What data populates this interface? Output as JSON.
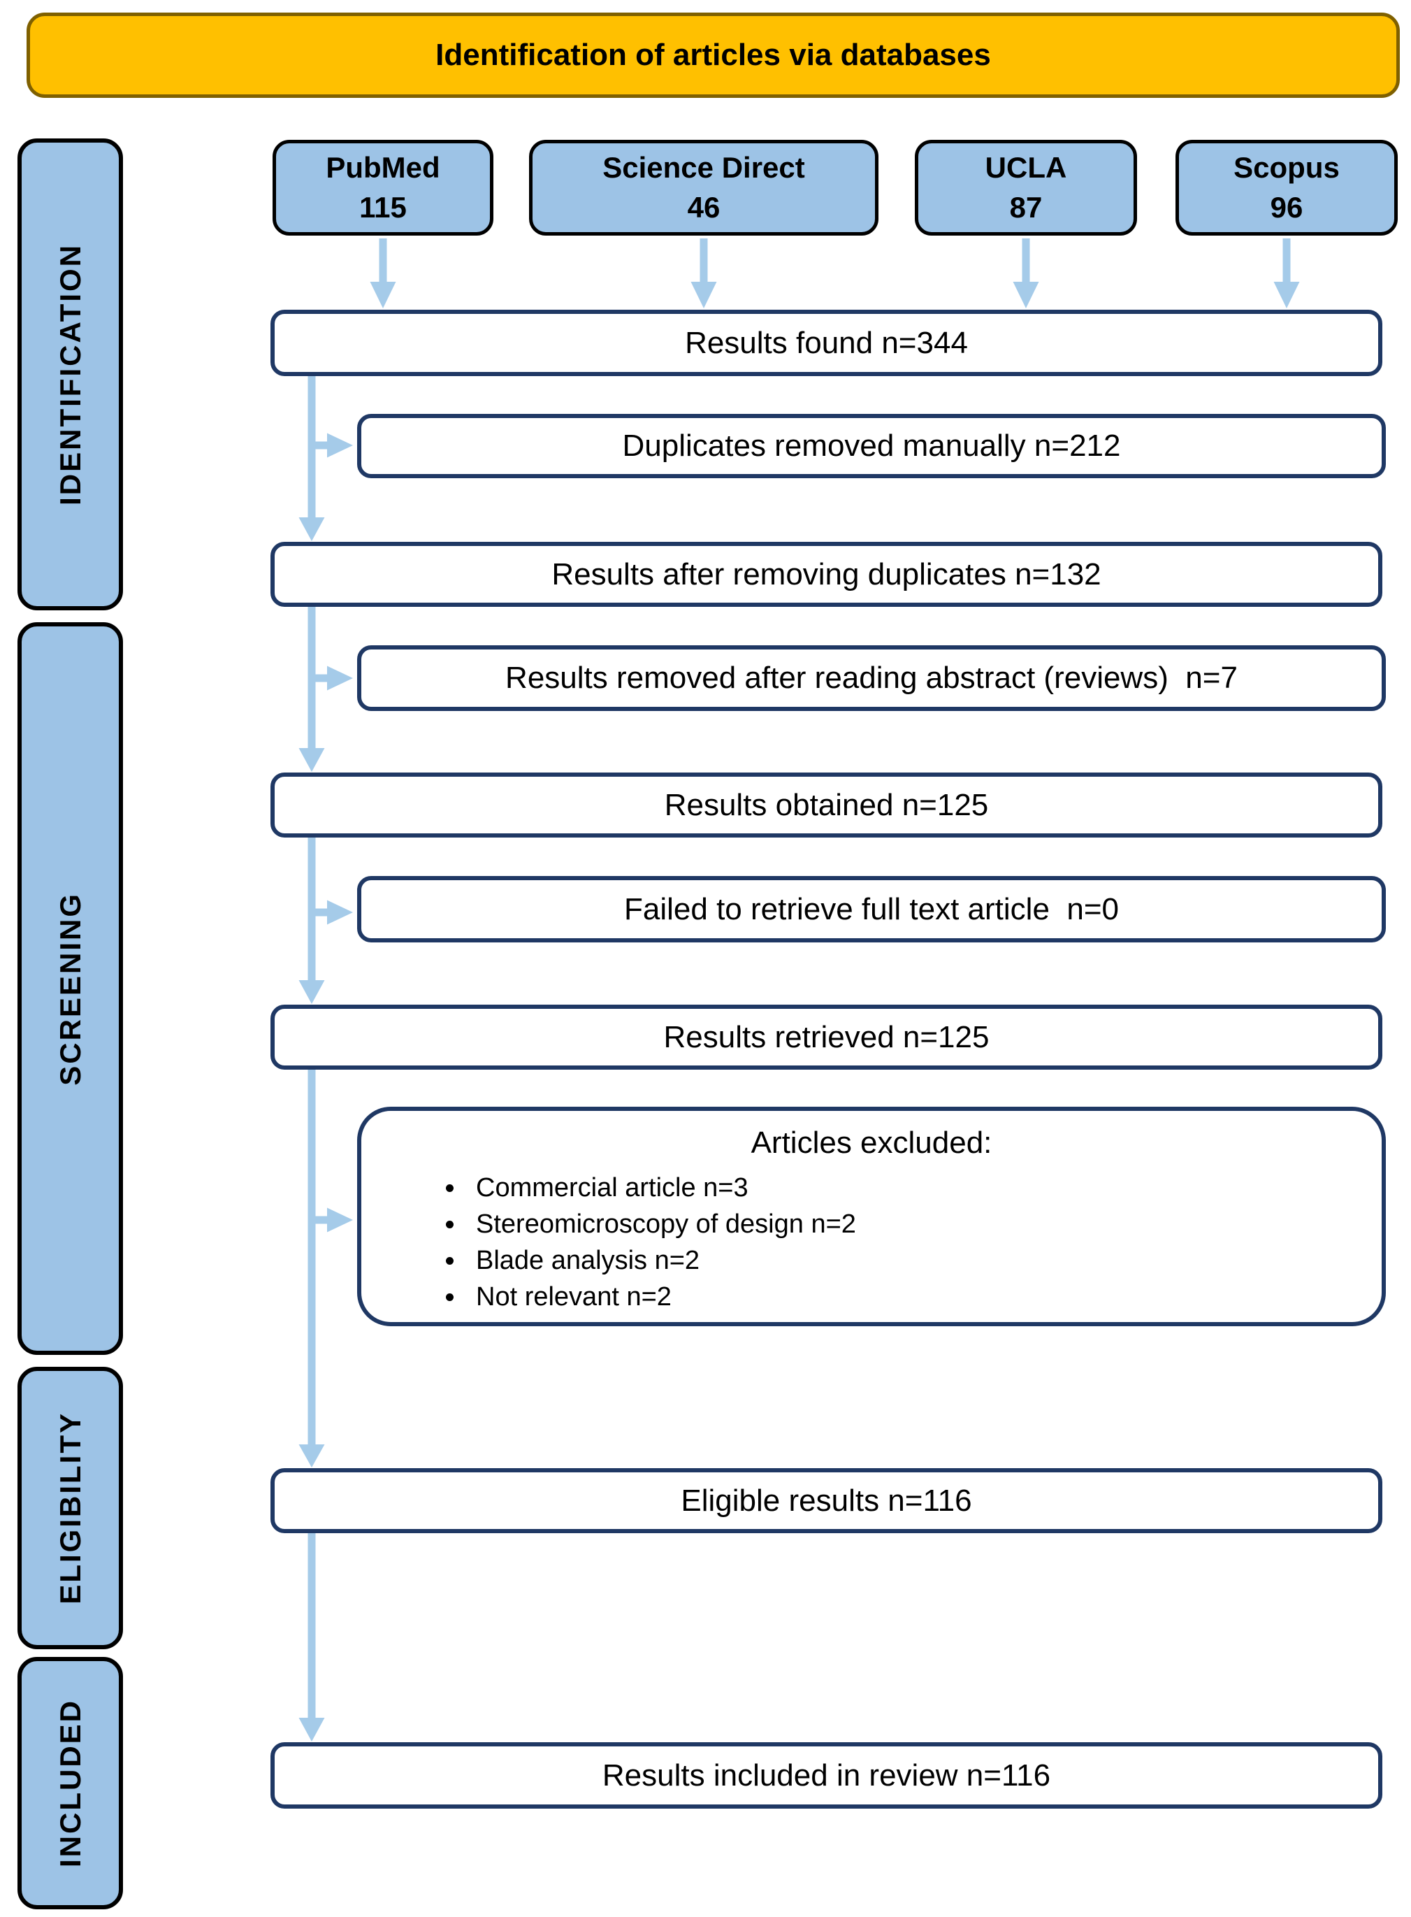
{
  "banner": {
    "title": "Identification of articles via databases"
  },
  "colors": {
    "banner_fill": "#FFC000",
    "banner_border": "#7F6000",
    "blue_box_fill": "#9DC3E6",
    "flow_box_border": "#1F3864",
    "arrow_blue": "#A5CBE9"
  },
  "sources": [
    {
      "name": "PubMed",
      "count": "115"
    },
    {
      "name": "Science Direct",
      "count": "46"
    },
    {
      "name": "UCLA",
      "count": "87"
    },
    {
      "name": "Scopus",
      "count": "96"
    }
  ],
  "stages": [
    {
      "label": "IDENTIFICATION"
    },
    {
      "label": "SCREENING"
    },
    {
      "label": "ELIGIBILITY"
    },
    {
      "label": "INCLUDED"
    }
  ],
  "steps": {
    "results_found": "Results found n=344",
    "duplicates_removed": "Duplicates removed manually n=212",
    "after_duplicates": "Results after removing duplicates n=132",
    "abstract_removed": "Results removed after reading abstract (reviews)  n=7",
    "results_obtained": "Results obtained n=125",
    "failed_retrieve": "Failed to retrieve full text article  n=0",
    "results_retrieved": "Results retrieved n=125",
    "eligible": "Eligible results n=116",
    "included": "Results included in review n=116"
  },
  "excluded": {
    "title": "Articles excluded:",
    "items": [
      "Commercial article n=3",
      "Stereomicroscopy of design n=2",
      "Blade analysis n=2",
      "Not relevant n=2"
    ]
  }
}
